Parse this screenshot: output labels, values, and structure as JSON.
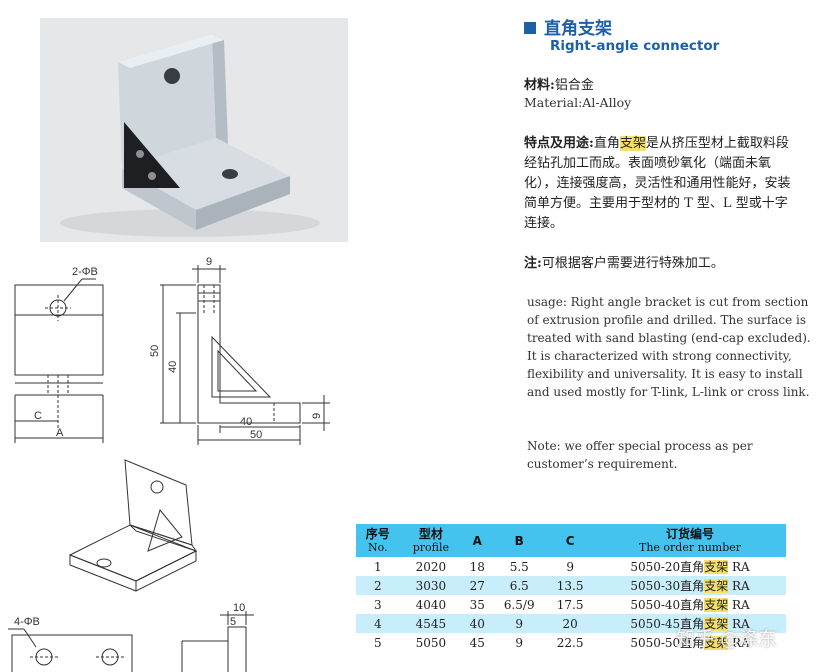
{
  "header": {
    "title_zh": "直角支架",
    "title_en": "Right-angle connector"
  },
  "material": {
    "label_zh": "材料:",
    "value_zh": "铝合金",
    "en": "Material:Al-Alloy"
  },
  "features": {
    "label_zh": "特点及用途:",
    "text_before": "直角",
    "highlight": "支架",
    "text_after": "是从挤压型材上截取料段经钻孔加工而成。表面喷砂氧化（端面未氧化），连接强度高，灵活性和通用性能好，安装简单方便。主要用于型材的 T 型、L 型或十字连接。"
  },
  "note_zh": {
    "label": "注:",
    "text": "可根据客户需要进行特殊加工。"
  },
  "usage_en": "usage: Right angle bracket is cut from section of extrusion profile and drilled. The surface is treated with sand blasting (end-cap excluded). It is characterized with strong connectivity, flexibility and universality. It is easy to install and used mostly for T-link, L-link or cross link.",
  "note_en": "Note: we offer special process as per customer’s requirement.",
  "drawing": {
    "hole_label": "2-ΦB",
    "c_label": "C",
    "a_label": "A",
    "dim_9_top": "9",
    "dim_50_v": "50",
    "dim_40_v": "40",
    "dim_9_side": "9",
    "dim_40_h": "40",
    "dim_50_h": "50",
    "hole_label2": "4-ΦB",
    "dim_10": "10",
    "dim_5": "5"
  },
  "table": {
    "headers": [
      {
        "zh": "序号",
        "en": "No."
      },
      {
        "zh": "型材",
        "en": "profile"
      },
      {
        "zh": "A",
        "en": ""
      },
      {
        "zh": "B",
        "en": ""
      },
      {
        "zh": "C",
        "en": ""
      },
      {
        "zh": "订货编号",
        "en": "The order number"
      }
    ],
    "rows": [
      {
        "no": "1",
        "profile": "2020",
        "a": "18",
        "b": "5.5",
        "c": "9",
        "order_prefix": "5050-20直角",
        "order_hl": "支架",
        "order_suffix": " RA"
      },
      {
        "no": "2",
        "profile": "3030",
        "a": "27",
        "b": "6.5",
        "c": "13.5",
        "order_prefix": "5050-30直角",
        "order_hl": "支架",
        "order_suffix": " RA"
      },
      {
        "no": "3",
        "profile": "4040",
        "a": "35",
        "b": "6.5/9",
        "c": "17.5",
        "order_prefix": "5050-40直角",
        "order_hl": "支架",
        "order_suffix": " RA"
      },
      {
        "no": "4",
        "profile": "4545",
        "a": "40",
        "b": "9",
        "c": "20",
        "order_prefix": "5050-45直角",
        "order_hl": "支架",
        "order_suffix": " RA"
      },
      {
        "no": "5",
        "profile": "5050",
        "a": "45",
        "b": "9",
        "c": "22.5",
        "order_prefix": "5050-50直角",
        "order_hl": "支架",
        "order_suffix": " RA"
      }
    ]
  },
  "watermark": "知乎 @涤东",
  "colors": {
    "accent": "#1f5fa8",
    "table_header": "#44c3ee",
    "table_stripe": "#c9eefb",
    "highlight": "#f3df6a"
  }
}
